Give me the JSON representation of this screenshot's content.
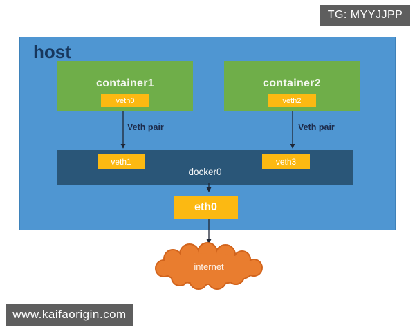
{
  "watermarks": {
    "telegram": "TG: MYYJJPP",
    "website": "www.kaifaorigin.com"
  },
  "diagram": {
    "host": {
      "label": "host"
    },
    "containers": [
      {
        "label": "container1",
        "interface": "veth0"
      },
      {
        "label": "container2",
        "interface": "veth2"
      }
    ],
    "veth_pair_labels": [
      "Veth pair",
      "Veth pair"
    ],
    "bridge": {
      "label": "docker0",
      "interfaces": [
        "veth1",
        "veth3"
      ]
    },
    "host_interface": "eth0",
    "internet": "internet"
  },
  "colors": {
    "host_bg": "#4f96d2",
    "container_bg": "#6fae49",
    "interface_bg": "#fcb912",
    "bridge_bg": "#2a5678",
    "cloud": "#e97d2f",
    "watermark_bg": "#5e5e5e"
  }
}
